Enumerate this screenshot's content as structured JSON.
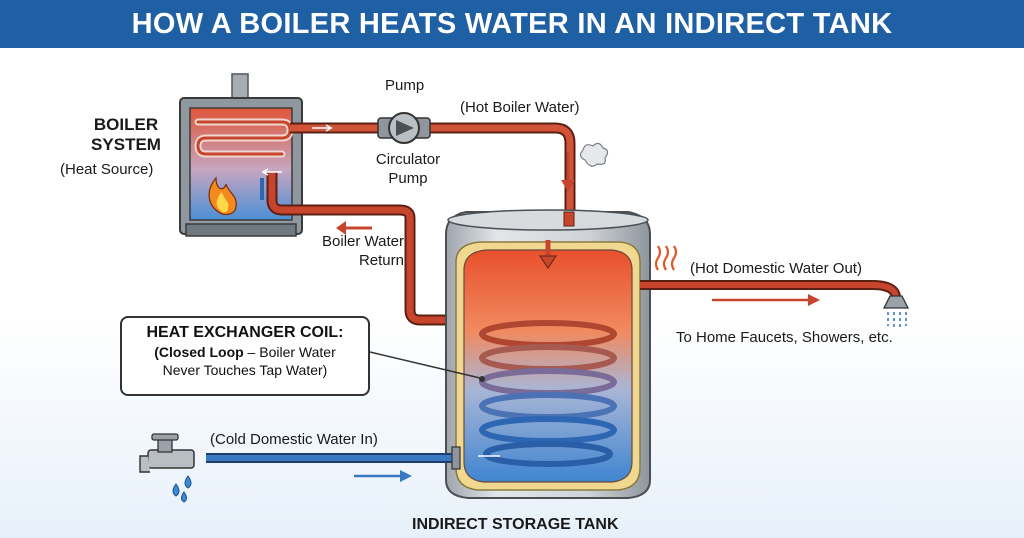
{
  "title": "HOW A BOILER HEATS WATER IN AN INDIRECT TANK",
  "labels": {
    "boiler_title": "BOILER\nSYSTEM",
    "boiler_sub": "(Heat Source)",
    "pump_top": "Pump",
    "pump_bottom": "Circulator\nPump",
    "hot_boiler_water": "(Hot Boiler Water)",
    "boiler_return": "Boiler Water\nReturn",
    "hot_domestic_out": "(Hot Domestic Water Out)",
    "to_home": "To Home Faucets, Showers, etc.",
    "cold_in": "(Cold Domestic Water In)",
    "tank": "INDIRECT STORAGE TANK"
  },
  "callout": {
    "heading": "HEAT EXCHANGER COIL:",
    "line2_bold": "(Closed Loop",
    "line2_rest": " – Boiler Water",
    "line3": "Never Touches Tap Water)"
  },
  "colors": {
    "hot_pipe": "#c8452d",
    "cold_pipe": "#3a78c2",
    "banner": "#1f5fa3",
    "tank_shell": "#c9ced3",
    "insulation": "#f0d890"
  }
}
